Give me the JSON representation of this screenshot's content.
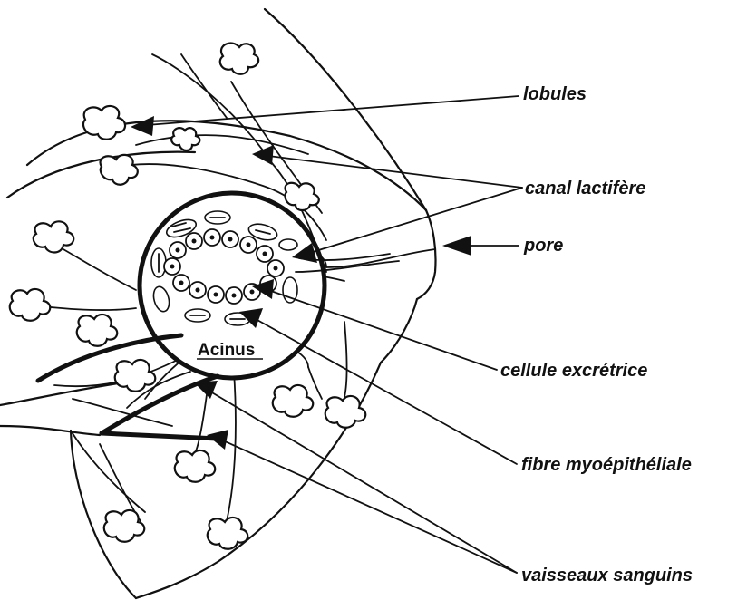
{
  "labels": {
    "lobules": "lobules",
    "canal": "canal lactifère",
    "pore": "pore",
    "cellule": "cellule excrétrice",
    "fibre": "fibre myoépithéliale",
    "vaisseaux": "vaisseaux sanguins",
    "acinus": "Acinus"
  }
}
